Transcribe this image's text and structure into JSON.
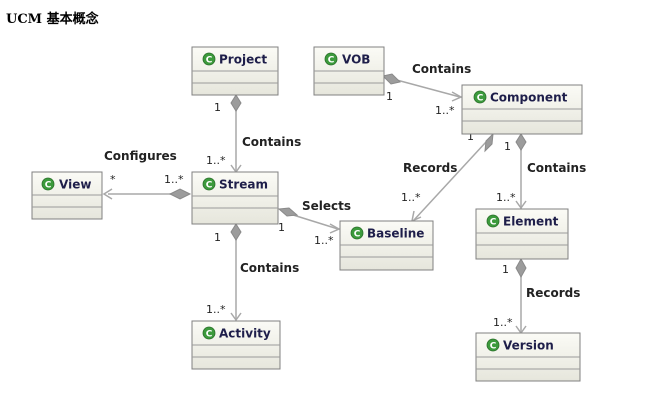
{
  "title": "UCM 基本概念",
  "icon_letter": "C",
  "colors": {
    "badge": "#3c9a3c",
    "box_top": "#fbfbf6",
    "box_bottom": "#e6e6dc",
    "edge": "#a8a8a8"
  },
  "classes": [
    {
      "id": "project",
      "name": "Project"
    },
    {
      "id": "vob",
      "name": "VOB"
    },
    {
      "id": "component",
      "name": "Component"
    },
    {
      "id": "view",
      "name": "View"
    },
    {
      "id": "stream",
      "name": "Stream"
    },
    {
      "id": "baseline",
      "name": "Baseline"
    },
    {
      "id": "element",
      "name": "Element"
    },
    {
      "id": "activity",
      "name": "Activity"
    },
    {
      "id": "version",
      "name": "Version"
    }
  ],
  "relations": [
    {
      "id": "project-stream",
      "label": "Contains",
      "source_mult": "1",
      "target_mult": "1..*"
    },
    {
      "id": "vob-component",
      "label": "Contains",
      "source_mult": "1",
      "target_mult": "1..*"
    },
    {
      "id": "stream-view",
      "label": "Configures",
      "source_mult": "1..*",
      "target_mult": "*"
    },
    {
      "id": "stream-baseline",
      "label": "Selects",
      "source_mult": "1",
      "target_mult": "1..*"
    },
    {
      "id": "component-baseline",
      "label": "Records",
      "source_mult": "1",
      "target_mult": "1..*"
    },
    {
      "id": "component-element",
      "label": "Contains",
      "source_mult": "1",
      "target_mult": "1..*"
    },
    {
      "id": "stream-activity",
      "label": "Contains",
      "source_mult": "1",
      "target_mult": "1..*"
    },
    {
      "id": "element-version",
      "label": "Records",
      "source_mult": "1",
      "target_mult": "1..*"
    }
  ]
}
